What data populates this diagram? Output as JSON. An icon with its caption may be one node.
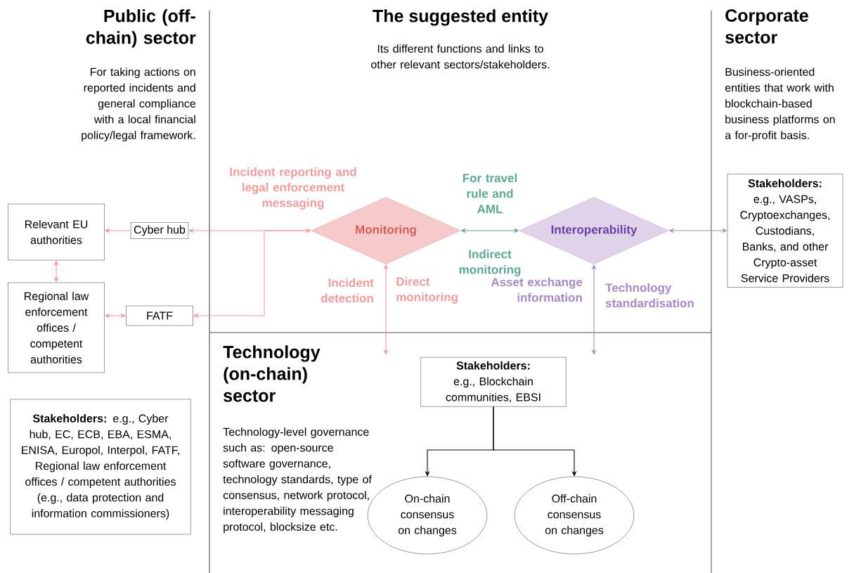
{
  "diagram": {
    "title": "The suggested entity",
    "nodes": [
      {
        "text": [
          "Relevant EU authorities"
        ]
      },
      {
        "text": [
          "Cyber hub"
        ]
      },
      {
        "text": [
          "Regional law enforcement offices / competent authorities"
        ]
      },
      {
        "text": [
          "FATF"
        ]
      },
      {
        "text": [
          "Monitoring"
        ]
      },
      {
        "text": [
          "Interoperability"
        ]
      },
      {
        "text": [
          "**Stakeholders:** e.g., VASPs, Cryptoexchanges, Custodians, Banks, and other Crypto-asset Service Providers"
        ]
      },
      {
        "text": [
          "**Stakeholders:** e.g., Cyber hub, EC, ECB, EBA, ESMA, ENISA, Europol, Interpol, FATF, Regional law enforcement offices / competent authorities (e.g., data protection and information commissioners)"
        ]
      },
      {
        "text": [
          "**Stakeholders:** e.g., Blockchain communities, EBSI"
        ]
      },
      {
        "text": [
          "On-chain consensus on changes"
        ]
      },
      {
        "text": [
          "Off-chain consensus on changes"
        ]
      }
    ],
    "edges": [
      {
        "from": 1,
        "to": 0,
        "arrow": "to",
        "color": "#f59a9a"
      },
      {
        "from": 0,
        "to": 2,
        "arrow": "both",
        "color": "#f59a9a"
      },
      {
        "from": 3,
        "to": 2,
        "arrow": "both",
        "color": "#f59a9a"
      },
      {
        "from": 1,
        "to": 4,
        "arrow": "both",
        "color": "#f59a9a",
        "label": "Incident reporting and legal enforcement messaging"
      },
      {
        "from": 4,
        "to": 3,
        "arrow": "to",
        "color": "#f59a9a"
      },
      {
        "from": 4,
        "to": 5,
        "arrow": "both",
        "color": "#5ba98f",
        "label": "For travel rule and AML"
      },
      {
        "from": 4,
        "to": null,
        "arrow": "both",
        "color": "#f59a9a",
        "label": "Incident detection"
      },
      {
        "from": 5,
        "to": 6,
        "arrow": "both",
        "color": "#a789c8"
      },
      {
        "from": 5,
        "to": null,
        "arrow": "both",
        "color": "#a789c8",
        "label": "Asset exchange information"
      },
      {
        "from": 8,
        "to": 9,
        "arrow": "to",
        "color": "#000000"
      },
      {
        "from": 8,
        "to": 10,
        "arrow": "to",
        "color": "#000000"
      }
    ],
    "labels": [
      "Public (off-chain) sector",
      "For taking actions on reported incidents and general compliance with a local financial policy/legal framework.",
      "Its different functions and links to other relevant sectors/stakeholders.",
      "Corporate sector",
      "Business-oriented entities that work with blockchain-based business platforms on a for-profit basis.",
      "Indirect monitoring",
      "Direct monitoring",
      "Technology standardisation",
      "Technology (on-chain) sector",
      "Technology-level governance such as: open-source software governance, technology standards, type of consensus, network protocol, interoperability messaging protocol, blocksize etc."
    ]
  }
}
